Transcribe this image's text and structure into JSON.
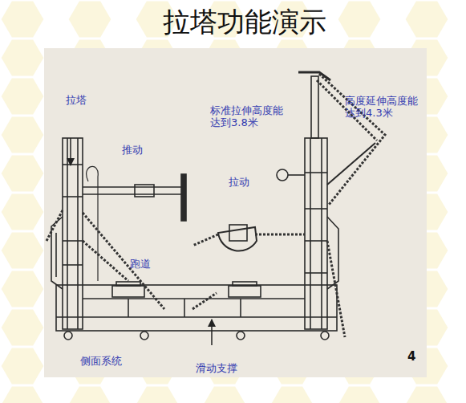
{
  "diagram": {
    "title": "拉塔功能演示",
    "labels": [
      "拉塔",
      "推动",
      "标准拉伸高度能达到3.8米",
      "高度延伸高度能达到4.3米",
      "拉动",
      "跑道",
      "侧面系统",
      "滑动支撑",
      "4"
    ]
  }
}
